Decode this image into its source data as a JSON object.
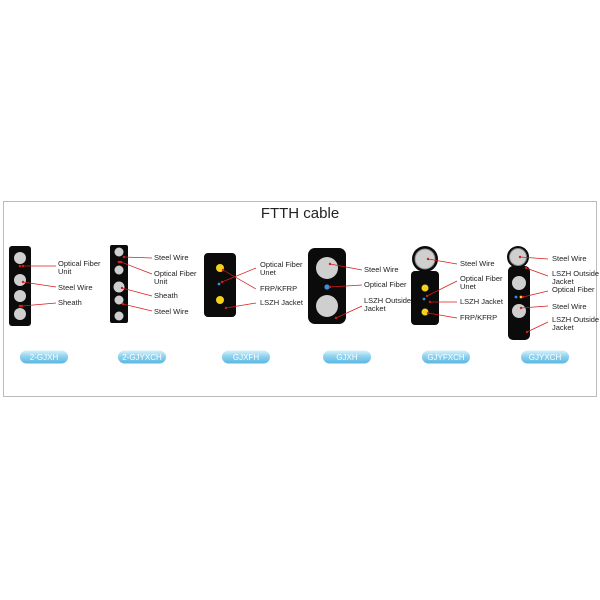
{
  "title": "FTTH cable",
  "colors": {
    "jacket": "#0b0b0b",
    "steel_wire": "#cfcfcf",
    "frp": "#f2d21a",
    "fiber": "#3a8fe0",
    "leader": "#d81b1b",
    "pill_top": "#cdeefa",
    "pill_bottom": "#6cc2e6"
  },
  "cables": [
    {
      "name": "2-GJXH",
      "labels": [
        "Optical Fiber Unit",
        "Steel Wire",
        "Sheath"
      ]
    },
    {
      "name": "2-GJYXCH",
      "labels": [
        "Steel Wire",
        "Optical Fiber Unit",
        "Sheath",
        "Steel Wire"
      ]
    },
    {
      "name": "GJXFH",
      "labels": [
        "Optical Fiber Unet",
        "FRP/KFRP",
        "LSZH Jacket"
      ]
    },
    {
      "name": "GJXH",
      "labels": [
        "Steel Wire",
        "Optical Fiber",
        "LSZH Outside Jacket"
      ]
    },
    {
      "name": "GJYFXCH",
      "labels": [
        "Steel Wire",
        "Optical Fiber Unet",
        "LSZH Jacket",
        "FRP/KFRP"
      ]
    },
    {
      "name": "GJYXCH",
      "labels": [
        "Steel Wire",
        "LSZH Outside Jacket",
        "Optical Fiber",
        "Steel Wire",
        "LSZH Outside Jacket"
      ]
    }
  ]
}
